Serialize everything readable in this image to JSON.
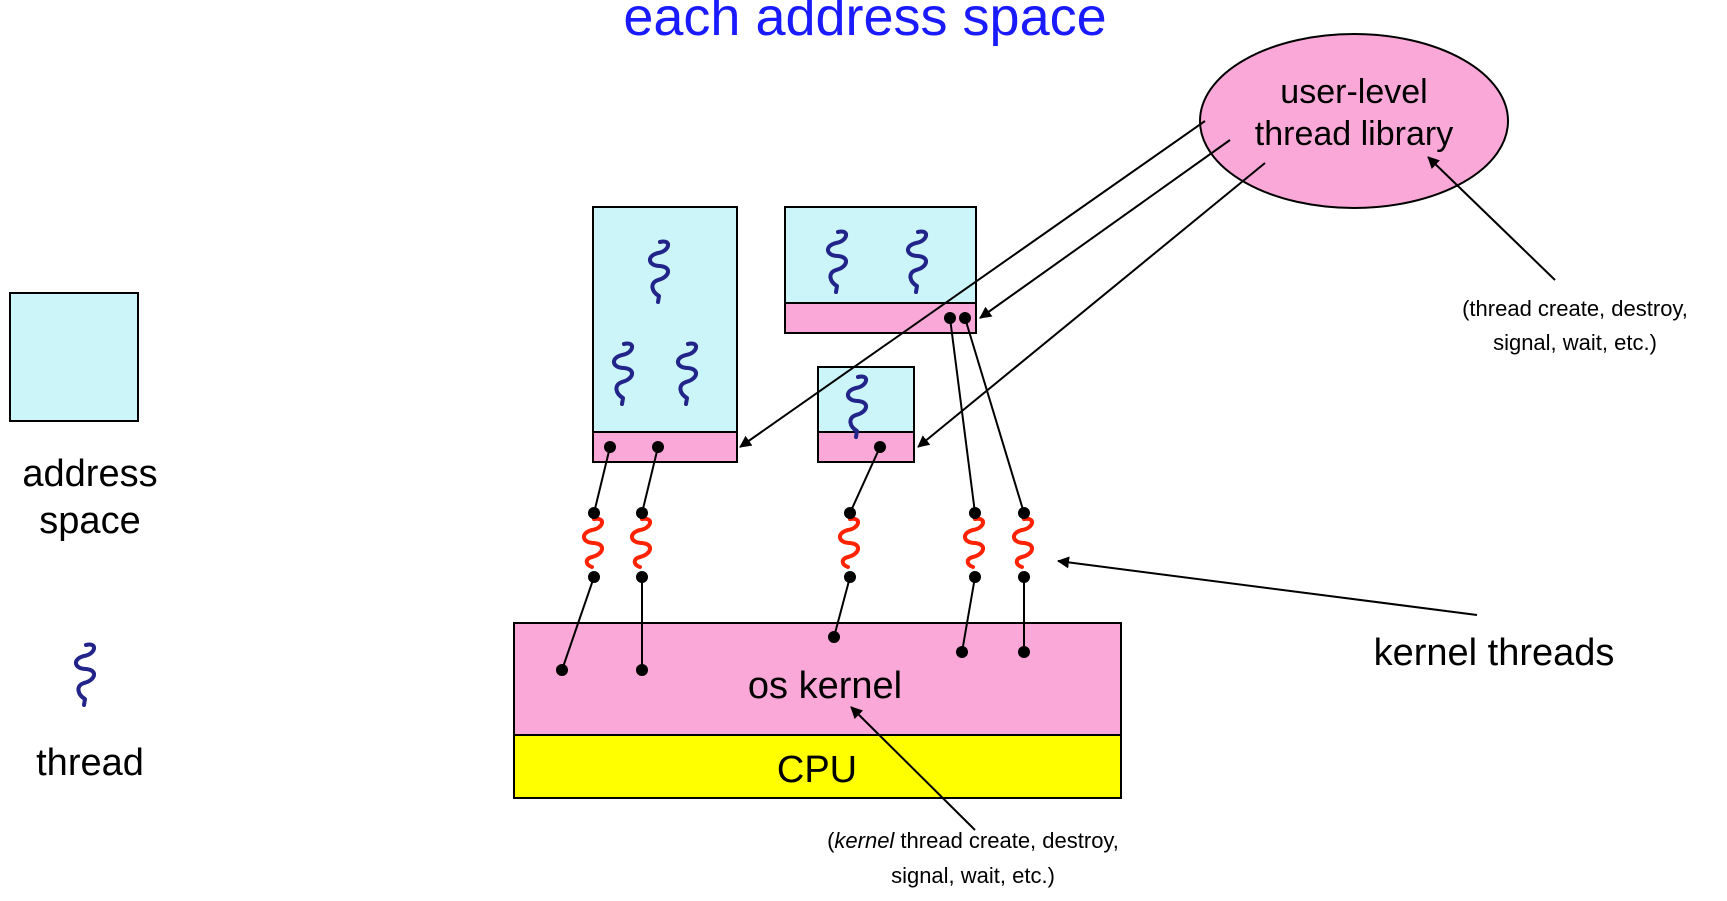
{
  "title": "each address space",
  "legend": {
    "address_space_label": [
      "address",
      "space"
    ],
    "thread_label": "thread"
  },
  "library": {
    "label": [
      "user-level",
      "thread library"
    ],
    "note": [
      "(thread create, destroy,",
      "signal, wait, etc.)"
    ]
  },
  "kernel": {
    "label": "os kernel",
    "cpu_label": "CPU",
    "note_line1_italic": "kernel",
    "note_line1_rest": " thread create, destroy,",
    "note_open": "(",
    "note_line2": "signal, wait, etc.)"
  },
  "kernel_threads_label": "kernel threads",
  "colors": {
    "title": "#1a1aff",
    "address_space": "#ccf5fa",
    "pink": "#f9a8d8",
    "cpu": "#ffff00",
    "user_thread": "#22248a",
    "kernel_thread": "#ff2200"
  }
}
